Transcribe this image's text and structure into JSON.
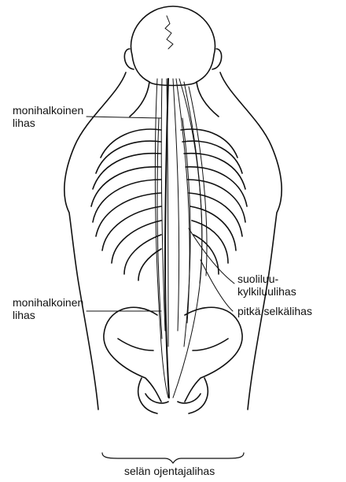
{
  "labels": {
    "multifidus_upper": "monihalkoinen\nlihas",
    "multifidus_lower": "monihalkoinen\nlihas",
    "iliocostalis": "suoliluu-\nkylkiluulihas",
    "longissimus": "pitkä selkälihas",
    "erector_spinae": "selän ojentajalihas"
  }
}
